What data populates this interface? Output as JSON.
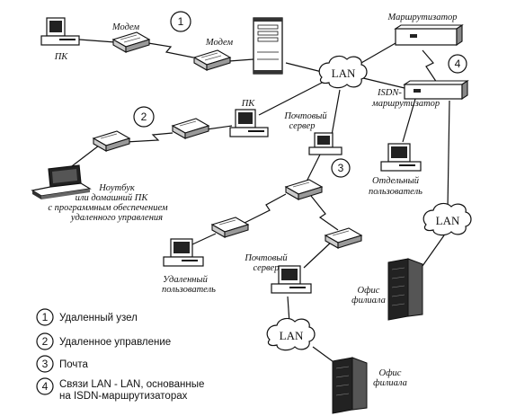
{
  "labels": {
    "pc_top": "ПК",
    "modem_1": "Модем",
    "modem_2": "Модем",
    "router": "Маршрутизатор",
    "isdn_line1": "ISDN-",
    "isdn_line2": "маршрутизатор",
    "pc_mid": "ПК",
    "mail_server_1_line1": "Почтовый",
    "mail_server_1_line2": "сервер",
    "standalone_line1": "Отдельный",
    "standalone_line2": "пользователь",
    "notebook_line1": "Ноутбук",
    "notebook_line2": "или домашний ПК",
    "notebook_line3": "с программным обеспечением",
    "notebook_line4": "удаленного управления",
    "remote_user_line1": "Удаленный",
    "remote_user_line2": "пользователь",
    "mail_server_2_line1": "Почтовый",
    "mail_server_2_line2": "сервер",
    "branch_1_line1": "Офис",
    "branch_1_line2": "филиала",
    "branch_2_line1": "Офис",
    "branch_2_line2": "филиала"
  },
  "lan_clouds": [
    "LAN",
    "LAN",
    "LAN"
  ],
  "circle_numbers": [
    "1",
    "2",
    "3",
    "4"
  ],
  "legend": [
    {
      "num": "1",
      "text": "Удаленный узел"
    },
    {
      "num": "2",
      "text": "Удаленное управление"
    },
    {
      "num": "3",
      "text": "Почта"
    },
    {
      "num": "4",
      "text_line1": "Связи LAN - LAN, основанные",
      "text_line2": "на ISDN-маршрутизаторах"
    }
  ]
}
